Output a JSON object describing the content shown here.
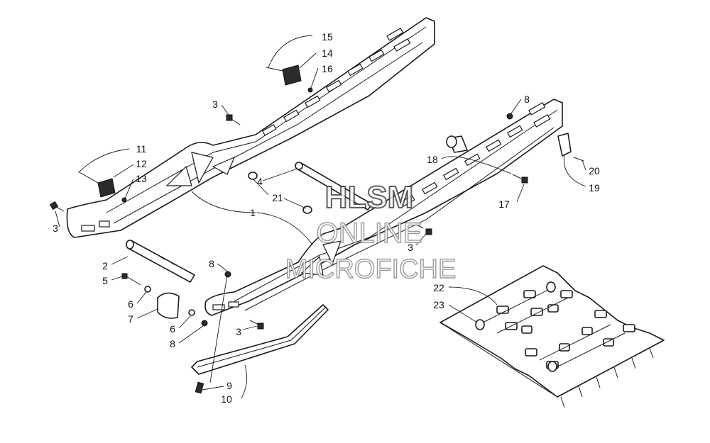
{
  "watermark": {
    "line1": "HLSM",
    "line2": "ONLINE",
    "line3": "MICROFICHE"
  },
  "callouts": [
    "1",
    "2",
    "3",
    "3",
    "3",
    "3",
    "4",
    "5",
    "6",
    "6",
    "7",
    "8",
    "8",
    "8",
    "9",
    "10",
    "11",
    "12",
    "13",
    "14",
    "15",
    "16",
    "17",
    "18",
    "19",
    "20",
    "21",
    "22",
    "23"
  ],
  "parts": [
    {
      "number": "1"
    },
    {
      "number": "2"
    },
    {
      "number": "3"
    },
    {
      "number": "4"
    },
    {
      "number": "5"
    },
    {
      "number": "6"
    },
    {
      "number": "7"
    },
    {
      "number": "8"
    },
    {
      "number": "9"
    },
    {
      "number": "10"
    },
    {
      "number": "11"
    },
    {
      "number": "12"
    },
    {
      "number": "13"
    },
    {
      "number": "14"
    },
    {
      "number": "15"
    },
    {
      "number": "16"
    },
    {
      "number": "17"
    },
    {
      "number": "18"
    },
    {
      "number": "19"
    },
    {
      "number": "20"
    },
    {
      "number": "21"
    },
    {
      "number": "22"
    },
    {
      "number": "23"
    }
  ]
}
